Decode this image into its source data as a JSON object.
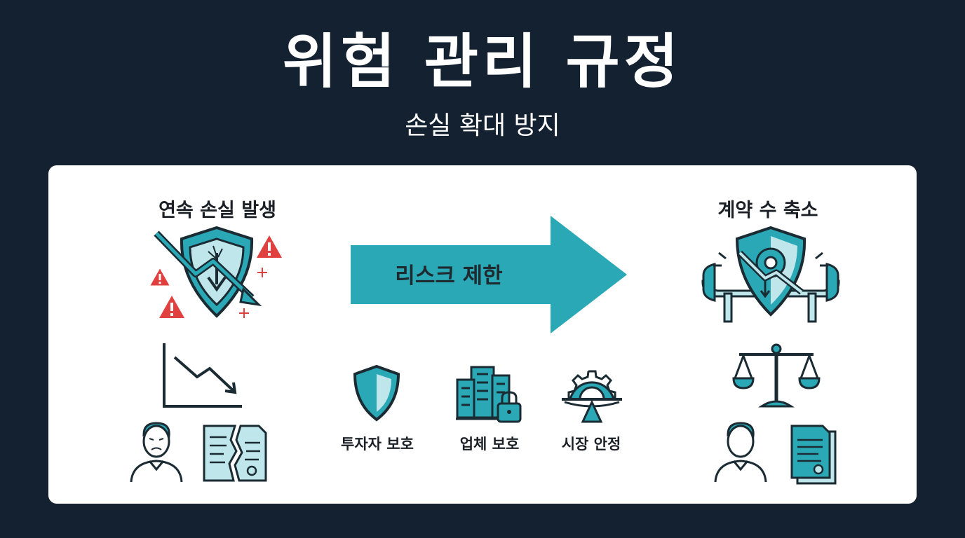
{
  "title": "위험 관리 규정",
  "subtitle": "손실 확대 방지",
  "left": {
    "heading": "연속 손실 발생"
  },
  "center": {
    "arrow_label": "리스크 제한",
    "items": [
      {
        "label": "투자자 보호",
        "icon": "shield-icon"
      },
      {
        "label": "업체 보호",
        "icon": "building-lock-icon"
      },
      {
        "label": "시장 안정",
        "icon": "gear-balance-icon"
      }
    ]
  },
  "right": {
    "heading": "계약 수 축소"
  },
  "colors": {
    "background": "#132131",
    "panel": "#ffffff",
    "teal": "#2aa8b5",
    "teal_light": "#bfe6ea",
    "outline": "#1b2b33",
    "warning": "#e0413f"
  }
}
